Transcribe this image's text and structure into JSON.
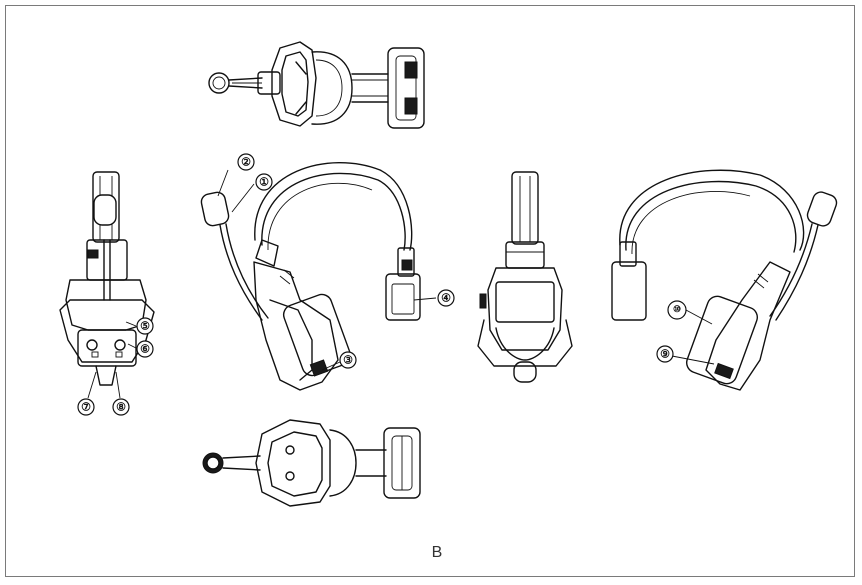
{
  "figure": {
    "label": "B"
  },
  "callouts": [
    {
      "id": "c1",
      "text": "①"
    },
    {
      "id": "c2",
      "text": "②"
    },
    {
      "id": "c3",
      "text": "③"
    },
    {
      "id": "c4",
      "text": "④"
    },
    {
      "id": "c5",
      "text": "⑤"
    },
    {
      "id": "c6",
      "text": "⑥"
    },
    {
      "id": "c7",
      "text": "⑦"
    },
    {
      "id": "c8",
      "text": "⑧"
    },
    {
      "id": "c9",
      "text": "⑨"
    },
    {
      "id": "c10",
      "text": "⑩"
    }
  ],
  "colors": {
    "line": "#111111",
    "frame": "#7a7a7a",
    "label": "#333333"
  }
}
